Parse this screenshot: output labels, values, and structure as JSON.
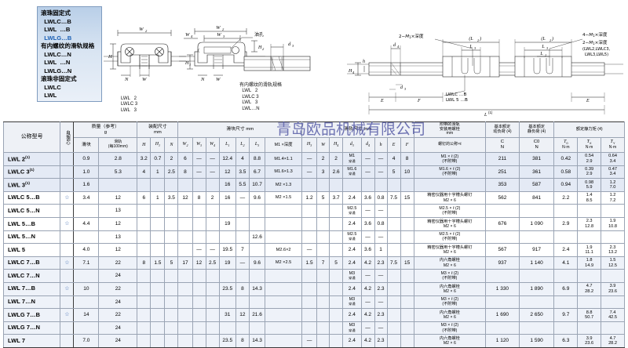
{
  "legend": {
    "lines": [
      {
        "text": "滚珠固定式",
        "hl": false
      },
      {
        "text": "  LWLC…B",
        "hl": false
      },
      {
        "text": "  LWL  …B",
        "hl": false
      },
      {
        "text": "  LWLG…B",
        "hl": true
      },
      {
        "text": "有内螺纹的滑轨规格",
        "hl": false
      },
      {
        "text": "  LWLC…N",
        "hl": false
      },
      {
        "text": "  LWL  …N",
        "hl": false
      },
      {
        "text": "  LWLG…N",
        "hl": false
      },
      {
        "text": "滚珠非固定式",
        "hl": false
      },
      {
        "text": "  LWLC",
        "hl": false
      },
      {
        "text": "  LWL",
        "hl": false
      }
    ]
  },
  "watermark": "青岛欧品机械有限公司",
  "drawings": {
    "fig1": {
      "labels": [
        "W2",
        "H",
        "H1",
        "N",
        "W"
      ],
      "caption": "LWL   2\nLWLC 3\nLWL   3"
    },
    "fig2": {
      "labels": [
        "W2",
        "W4",
        "W3",
        "油孔",
        "H2",
        "H1",
        "N",
        "W"
      ],
      "caption": ""
    },
    "fig3": {
      "labels": [
        "d3"
      ],
      "caption": "有内螺纹的滑轨规格\n  LWL   2\n  LWLC 3\n  LWL   3\n  LWL…N"
    },
    "fig4": {
      "note_left": "2−M1×深度",
      "note_right_1": "4−M1×深度",
      "note_right_2": "2−M1×深度\n(LWL2,LWLC3,\n LWL3,LWL5)",
      "labels": [
        "(L2)",
        "L3",
        "(L2)",
        "L3",
        "L2",
        "d4",
        "h",
        "H4",
        "d3",
        "E",
        "F",
        "E",
        "L(1)"
      ],
      "caption": "LWLC   …B\nLWL   5 …B",
      "mark_m4": "M4"
    }
  },
  "table": {
    "headers": {
      "model": "公称型号",
      "self_align": "自动调心",
      "mass_group": "质量（参考）\ng",
      "mass_block": "滑块",
      "mass_rail": "滑轨\n(每100mm)",
      "mount_group": "装配尺寸\nmm",
      "block_group": "滑块尺寸   mm",
      "rail_group": "滑轨尺寸   mm",
      "bolt_group": "附带的滑轨\n安装用螺栓\nmm",
      "bolt_sub": "螺钉的公称×ℓ",
      "dyn_group": "基本额定\n动负荷 (4)",
      "dyn_sub": "C\nN",
      "stat_group": "基本额定\n静负荷 (4)",
      "stat_sub": "C0\nN",
      "moment_group": "额定静力矩 (4)",
      "cols": [
        "H",
        "H1",
        "N",
        "W2",
        "W3",
        "W4",
        "L1",
        "L2",
        "L3",
        "M1 ×深度",
        "H3",
        "W",
        "H4",
        "d3",
        "d4",
        "h",
        "E",
        "F"
      ],
      "moment_cols": [
        {
          "sym": "T0",
          "unit": "N·m"
        },
        {
          "sym": "TX",
          "unit": "N·m"
        },
        {
          "sym": "TY",
          "unit": "N·m"
        }
      ]
    },
    "rows": [
      {
        "model": "LWL    2",
        "fn": "(1)",
        "star": false,
        "shade": "alt",
        "mass_block": "0.9",
        "mass_rail": "2.8",
        "H": "3.2",
        "H1": "0.7",
        "N": "2",
        "W2": "6",
        "W3": "—",
        "W4": "—",
        "L1": "12.4",
        "L2": "4",
        "L3": "8.8",
        "M1": "M1.4×1.1",
        "H3": "—",
        "W": "2",
        "H4": "2",
        "d3": "M1",
        "d3sub": "穿通",
        "d4": "—",
        "h": "—",
        "E": "4",
        "F": "8",
        "bolt": "M1   × ℓ  (2)\n(不附带)",
        "C": "211",
        "C0": "381",
        "T0": "0.42",
        "TXa": "0.54",
        "TXb": "2.9",
        "TYa": "0.64",
        "TYb": "3.4"
      },
      {
        "model": "LWLC 3",
        "fn": "(1)",
        "star": false,
        "shade": "alt",
        "mass_block": "1.0",
        "mass_rail": "5.3",
        "H": "4",
        "H1": "1",
        "N": "2.5",
        "W2": "8",
        "W3": "—",
        "W4": "—",
        "L1": "12",
        "L2": "3.5",
        "L3": "6.7",
        "M1": "M1.6×1.3",
        "H3": "—",
        "W": "3",
        "H4": "2.6",
        "d3": "M1.6",
        "d3sub": "穿通",
        "d4": "—",
        "h": "—",
        "E": "5",
        "F": "10",
        "bolt": "M1.6 × ℓ  (2)\n(不附带)",
        "C": "251",
        "C0": "361",
        "T0": "0.58",
        "TXa": "0.39",
        "TXb": "2.9",
        "TYa": "0.47",
        "TYb": "3.4"
      },
      {
        "model": "LWL    3",
        "fn": "(1)",
        "star": false,
        "shade": "alt",
        "mass_block": "1.6",
        "mass_rail": "",
        "H": "",
        "H1": "",
        "N": "",
        "W2": "",
        "W3": "",
        "W4": "",
        "L1": "16",
        "L2": "5.5",
        "L3": "10.7",
        "M1": "M2    ×1.3",
        "H3": "",
        "W": "",
        "H4": "",
        "d3": "",
        "d3sub": "",
        "d4": "",
        "h": "",
        "E": "",
        "F": "",
        "bolt": "",
        "C": "353",
        "C0": "587",
        "T0": "0.94",
        "TXa": "0.98",
        "TXb": "5.9",
        "TYa": "1.2",
        "TYb": "7.0"
      },
      {
        "model": "LWLC 5…B",
        "fn": "",
        "star": true,
        "shade": "",
        "mass_block": "3.4",
        "mass_rail": "12",
        "H": "6",
        "H1": "1",
        "N": "3.5",
        "W2": "12",
        "W3": "8",
        "W4": "2",
        "L1": "16",
        "L2": "—",
        "L3": "9.6",
        "M1": "M2    ×1.5",
        "H3": "1.2",
        "W": "5",
        "H4": "3.7",
        "d3": "2.4",
        "d4": "3.6",
        "h": "0.8",
        "E": "7.5",
        "F": "15",
        "bolt": "精密仪器用十字槽头螺钉\nM2    ×  6",
        "C": "562",
        "C0": "841",
        "T0": "2.2",
        "TXa": "1.4",
        "TXb": "8.5",
        "TYa": "1.2",
        "TYb": "7.2"
      },
      {
        "model": "LWLC 5…N",
        "fn": "",
        "star": false,
        "shade": "",
        "mass_block": "",
        "mass_rail": "13",
        "H": "",
        "H1": "",
        "N": "",
        "W2": "",
        "W3": "",
        "W4": "",
        "L1": "",
        "L2": "",
        "L3": "",
        "M1": "",
        "H3": "",
        "W": "",
        "H4": "",
        "d3": "M2.5",
        "d3sub": "穿通",
        "d4": "—",
        "h": "—",
        "E": "",
        "F": "",
        "bolt": "M2.5 × ℓ  (2)\n(不附带)",
        "C": "",
        "C0": "",
        "T0": "",
        "TXa": "",
        "TXb": "",
        "TYa": "",
        "TYb": ""
      },
      {
        "model": "LWL    5…B",
        "fn": "",
        "star": true,
        "shade": "",
        "mass_block": "4.4",
        "mass_rail": "12",
        "H": "",
        "H1": "",
        "N": "",
        "W2": "",
        "W3": "",
        "W4": "",
        "L1": "19",
        "L2": "",
        "L3": "",
        "M1": "",
        "H3": "",
        "W": "",
        "H4": "",
        "d3": "2.4",
        "d4": "3.6",
        "h": "0.8",
        "E": "",
        "F": "",
        "bolt": "精密仪器用十字槽头螺钉\nM2    ×  6",
        "C": "676",
        "C0": "1 090",
        "T0": "2.9",
        "TXa": "2.3",
        "TXb": "12.8",
        "TYa": "1.9",
        "TYb": "10.8"
      },
      {
        "model": "LWL    5…N",
        "fn": "",
        "star": false,
        "shade": "",
        "mass_block": "",
        "mass_rail": "13",
        "H": "",
        "H1": "",
        "N": "",
        "W2": "",
        "W3": "",
        "W4": "",
        "L1": "",
        "L2": "",
        "L3": "12.6",
        "M1": "",
        "H3": "",
        "W": "",
        "H4": "",
        "d3": "M2.5",
        "d3sub": "穿通",
        "d4": "—",
        "h": "—",
        "E": "",
        "F": "",
        "bolt": "M2.5 × ℓ  (2)\n(不附带)",
        "C": "",
        "C0": "",
        "T0": "",
        "TXa": "",
        "TXb": "",
        "TYa": "",
        "TYb": ""
      },
      {
        "model": "LWL    5",
        "fn": "",
        "star": false,
        "shade": "",
        "mass_block": "4.0",
        "mass_rail": "12",
        "H": "",
        "H1": "",
        "N": "",
        "W2": "",
        "W3": "—",
        "W4": "—",
        "L1": "19.5",
        "L2": "7",
        "L3": "",
        "M1": "M2.6×2",
        "H3": "—",
        "W": "",
        "H4": "",
        "d3": "2.4",
        "d4": "3.6",
        "h": "1",
        "E": "",
        "F": "",
        "bolt": "精密仪器用十字槽头螺钉\nM2    ×  6",
        "C": "567",
        "C0": "917",
        "T0": "2.4",
        "TXa": "1.9",
        "TXb": "11.1",
        "TYa": "2.3",
        "TYb": "13.2"
      },
      {
        "model": "LWLC 7…B",
        "fn": "",
        "star": true,
        "shade": "altlite",
        "mass_block": "7.1",
        "mass_rail": "22",
        "H": "8",
        "H1": "1.5",
        "N": "5",
        "W2": "17",
        "W3": "12",
        "W4": "2.5",
        "L1": "19",
        "L2": "—",
        "L3": "9.6",
        "M1": "M2    ×2.5",
        "H3": "1.5",
        "W": "7",
        "H4": "5",
        "d3": "2.4",
        "d4": "4.2",
        "h": "2.3",
        "E": "7.5",
        "F": "15",
        "bolt": "内六角螺栓\nM2    ×  6",
        "C": "937",
        "C0": "1 140",
        "T0": "4.1",
        "TXa": "1.8",
        "TXb": "14.9",
        "TYa": "1.5",
        "TYb": "12.5"
      },
      {
        "model": "LWLC 7…N",
        "fn": "",
        "star": false,
        "shade": "altlite",
        "mass_block": "",
        "mass_rail": "24",
        "H": "",
        "H1": "",
        "N": "",
        "W2": "",
        "W3": "",
        "W4": "",
        "L1": "",
        "L2": "",
        "L3": "",
        "M1": "",
        "H3": "",
        "W": "",
        "H4": "",
        "d3": "M3",
        "d3sub": "穿通",
        "d4": "—",
        "h": "—",
        "E": "",
        "F": "",
        "bolt": "M3   × ℓ  (2)\n(不附带)",
        "C": "",
        "C0": "",
        "T0": "",
        "TXa": "",
        "TXb": "",
        "TYa": "",
        "TYb": ""
      },
      {
        "model": "LWL    7…B",
        "fn": "",
        "star": true,
        "shade": "altlite",
        "mass_block": "10",
        "mass_rail": "22",
        "H": "",
        "H1": "",
        "N": "",
        "W2": "",
        "W3": "",
        "W4": "",
        "L1": "23.5",
        "L2": "8",
        "L3": "14.3",
        "M1": "",
        "H3": "",
        "W": "",
        "H4": "",
        "d3": "2.4",
        "d4": "4.2",
        "h": "2.3",
        "E": "",
        "F": "",
        "bolt": "内六角螺栓\nM2    ×  6",
        "C": "1 330",
        "C0": "1 890",
        "T0": "6.9",
        "TXa": "4.7",
        "TXb": "28.2",
        "TYa": "3.9",
        "TYb": "23.6"
      },
      {
        "model": "LWL    7…N",
        "fn": "",
        "star": false,
        "shade": "altlite",
        "mass_block": "",
        "mass_rail": "24",
        "H": "",
        "H1": "",
        "N": "",
        "W2": "",
        "W3": "",
        "W4": "",
        "L1": "",
        "L2": "",
        "L3": "",
        "M1": "",
        "H3": "",
        "W": "",
        "H4": "",
        "d3": "M3",
        "d3sub": "穿通",
        "d4": "—",
        "h": "—",
        "E": "",
        "F": "",
        "bolt": "M3   × ℓ  (2)\n(不附带)",
        "C": "",
        "C0": "",
        "T0": "",
        "TXa": "",
        "TXb": "",
        "TYa": "",
        "TYb": ""
      },
      {
        "model": "LWLG 7…B",
        "fn": "",
        "star": true,
        "shade": "altlite",
        "mass_block": "14",
        "mass_rail": "22",
        "H": "",
        "H1": "",
        "N": "",
        "W2": "",
        "W3": "",
        "W4": "",
        "L1": "31",
        "L2": "12",
        "L3": "21.6",
        "M1": "",
        "H3": "",
        "W": "",
        "H4": "",
        "d3": "2.4",
        "d4": "4.2",
        "h": "2.3",
        "E": "",
        "F": "",
        "bolt": "内六角螺栓\nM2    ×  6",
        "C": "1 690",
        "C0": "2 650",
        "T0": "9.7",
        "TXa": "8.8",
        "TXb": "50.7",
        "TYa": "7.4",
        "TYb": "42.5"
      },
      {
        "model": "LWLG 7…N",
        "fn": "",
        "star": false,
        "shade": "altlite",
        "mass_block": "",
        "mass_rail": "24",
        "H": "",
        "H1": "",
        "N": "",
        "W2": "",
        "W3": "",
        "W4": "",
        "L1": "",
        "L2": "",
        "L3": "",
        "M1": "",
        "H3": "",
        "W": "",
        "H4": "",
        "d3": "M3",
        "d3sub": "穿通",
        "d4": "—",
        "h": "—",
        "E": "",
        "F": "",
        "bolt": "M3   × ℓ  (2)\n(不附带)",
        "C": "",
        "C0": "",
        "T0": "",
        "TXa": "",
        "TXb": "",
        "TYa": "",
        "TYb": ""
      },
      {
        "model": "LWL    7",
        "fn": "",
        "star": false,
        "shade": "altlite",
        "mass_block": "7.0",
        "mass_rail": "24",
        "H": "",
        "H1": "",
        "N": "",
        "W2": "",
        "W3": "",
        "W4": "",
        "L1": "23.5",
        "L2": "8",
        "L3": "14.3",
        "M1": "",
        "H3": "—",
        "W": "",
        "H4": "",
        "d3": "2.4",
        "d4": "4.2",
        "h": "2.3",
        "E": "",
        "F": "",
        "bolt": "内六角螺栓\nM2    ×  6",
        "C": "1 120",
        "C0": "1 590",
        "T0": "6.3",
        "TXa": "3.9",
        "TXb": "23.6",
        "TYa": "4.7",
        "TYb": "28.2"
      }
    ]
  }
}
